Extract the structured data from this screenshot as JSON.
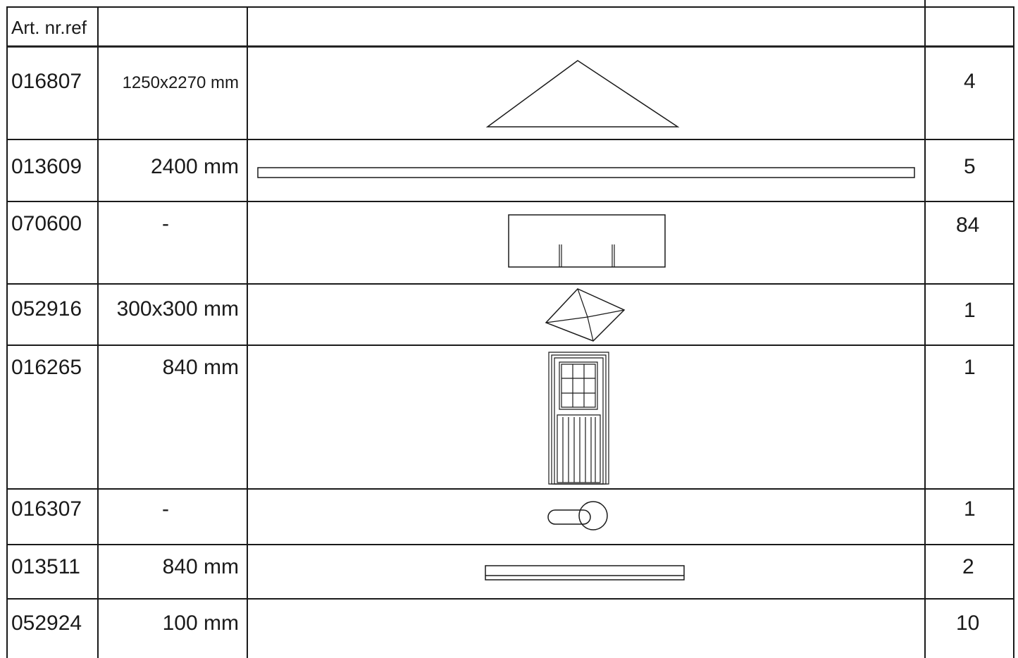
{
  "table": {
    "header": {
      "col1": "Art. nr.ref",
      "col2": "",
      "col3": "",
      "col4": ""
    },
    "rows": [
      {
        "art": "016807",
        "size": "1250x2270 mm",
        "part": "triangle-gable-icon",
        "qty": "4"
      },
      {
        "art": "013609",
        "size": "2400 mm",
        "part": "long-plank-icon",
        "qty": "5"
      },
      {
        "art": "070600",
        "size": "-",
        "part": "roof-shingle-icon",
        "qty": "84"
      },
      {
        "art": "052916",
        "size": "300x300 mm",
        "part": "pyramid-cap-icon",
        "qty": "1"
      },
      {
        "art": "016265",
        "size": "840 mm",
        "part": "door-icon",
        "qty": "1"
      },
      {
        "art": "016307",
        "size": "-",
        "part": "door-handle-icon",
        "qty": "1"
      },
      {
        "art": "013511",
        "size": "840 mm",
        "part": "short-plank-icon",
        "qty": "2"
      },
      {
        "art": "052924",
        "size": "100 mm",
        "part": "",
        "qty": "10"
      }
    ]
  },
  "colors": {
    "line": "#1a1a1a",
    "background": "#ffffff"
  }
}
